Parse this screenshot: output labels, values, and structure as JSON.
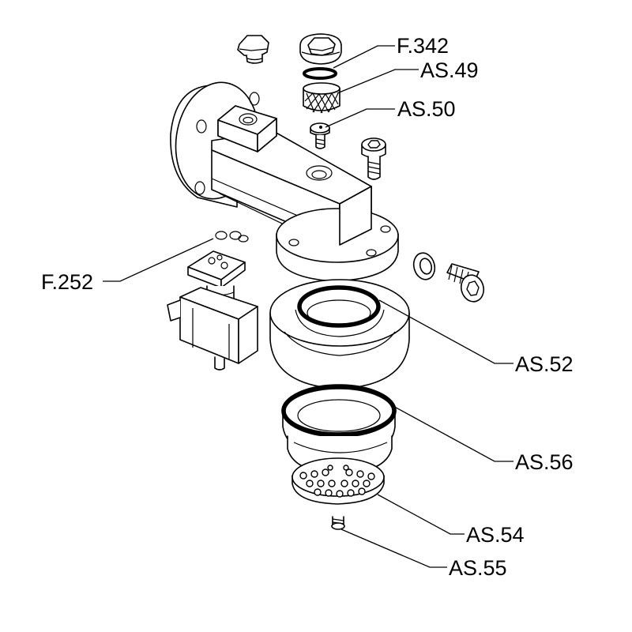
{
  "labels": {
    "f342": "F.342",
    "as49": "AS.49",
    "as50": "AS.50",
    "f252": "F.252",
    "as52": "AS.52",
    "as56": "AS.56",
    "as54": "AS.54",
    "as55": "AS.55"
  }
}
